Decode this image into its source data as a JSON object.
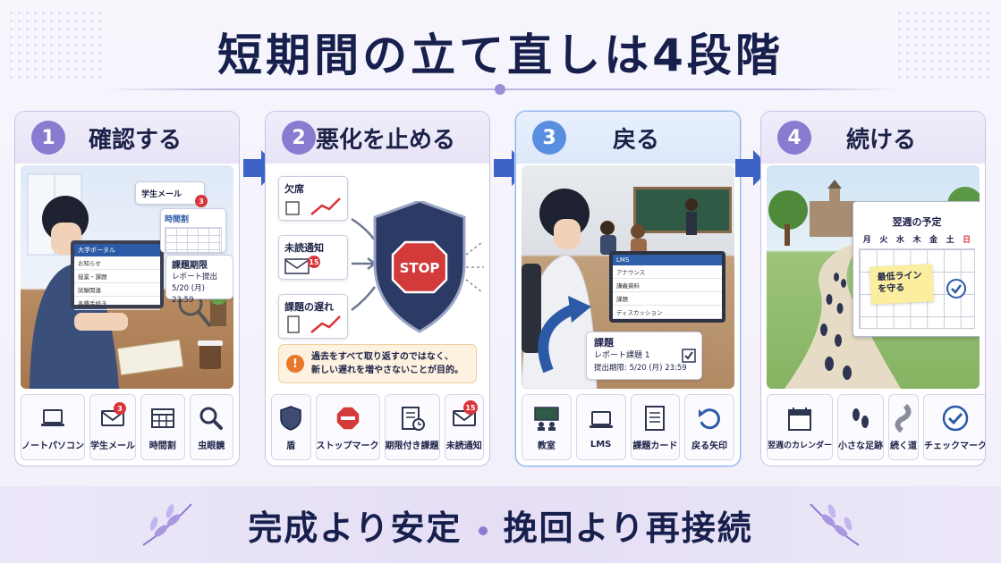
{
  "title": "短期間の立て直しは4段階",
  "steps": [
    {
      "number": "1",
      "title": "確認する",
      "scene": {
        "mail_title": "学生メール",
        "mail_badge": "3",
        "timetable_title": "時間割",
        "portal_title": "大学ポータル",
        "portal_rows": [
          "お知らせ",
          "授業・課題",
          "試験関連",
          "各種手続き"
        ],
        "due_title": "課題期限",
        "due_line1": "レポート提出",
        "due_line2": "5/20 (月) 23:59"
      },
      "icons": [
        {
          "label": "ノートパソコン",
          "icon": "laptop-icon"
        },
        {
          "label": "学生メール",
          "icon": "mail-icon",
          "badge": "3"
        },
        {
          "label": "時間割",
          "icon": "timetable-icon"
        },
        {
          "label": "虫眼鏡",
          "icon": "magnifier-icon"
        }
      ]
    },
    {
      "number": "2",
      "title": "悪化を止める",
      "scene": {
        "cards": [
          "欠席",
          "未読通知",
          "課題の遅れ"
        ],
        "unread_badge": "15",
        "stop_text": "STOP",
        "note_line1": "過去をすべて取り返すのではなく、",
        "note_line2": "新しい遅れを増やさないことが目的。"
      },
      "icons": [
        {
          "label": "盾",
          "icon": "shield-icon"
        },
        {
          "label": "ストップマーク",
          "icon": "stop-sign-icon"
        },
        {
          "label": "期限付き課題",
          "icon": "deadline-task-icon"
        },
        {
          "label": "未読通知",
          "icon": "unread-mail-icon",
          "badge": "15"
        }
      ]
    },
    {
      "number": "3",
      "title": "戻る",
      "scene": {
        "lms_title": "LMS",
        "lms_rows": [
          "アナウンス",
          "講義資料",
          "課題",
          "ディスカッション"
        ],
        "task_title": "課題",
        "task_line1": "レポート課題 1",
        "task_line2": "提出期限: 5/20 (月) 23:59"
      },
      "icons": [
        {
          "label": "教室",
          "icon": "classroom-icon"
        },
        {
          "label": "LMS",
          "icon": "lms-laptop-icon"
        },
        {
          "label": "課題カード",
          "icon": "task-card-icon"
        },
        {
          "label": "戻る矢印",
          "icon": "return-arrow-icon"
        }
      ]
    },
    {
      "number": "4",
      "title": "続ける",
      "scene": {
        "calendar_title": "翌週の予定",
        "calendar_days": [
          "月",
          "火",
          "水",
          "木",
          "金",
          "土",
          "日"
        ],
        "sticky_line1": "最低ライン",
        "sticky_line2": "を守る"
      },
      "icons": [
        {
          "label": "翌週のカレンダー",
          "icon": "calendar-icon"
        },
        {
          "label": "小さな足跡",
          "icon": "footprints-icon"
        },
        {
          "label": "続く道",
          "icon": "road-icon"
        },
        {
          "label": "チェックマーク",
          "icon": "checkmark-icon"
        }
      ]
    }
  ],
  "footer": {
    "left": "完成より安定",
    "right": "挽回より再接続"
  },
  "colors": {
    "navy": "#17204d",
    "purple": "#8a7ad0",
    "blue": "#5a8fe0",
    "arrow": "#3d63c9",
    "red": "#d9343a"
  }
}
